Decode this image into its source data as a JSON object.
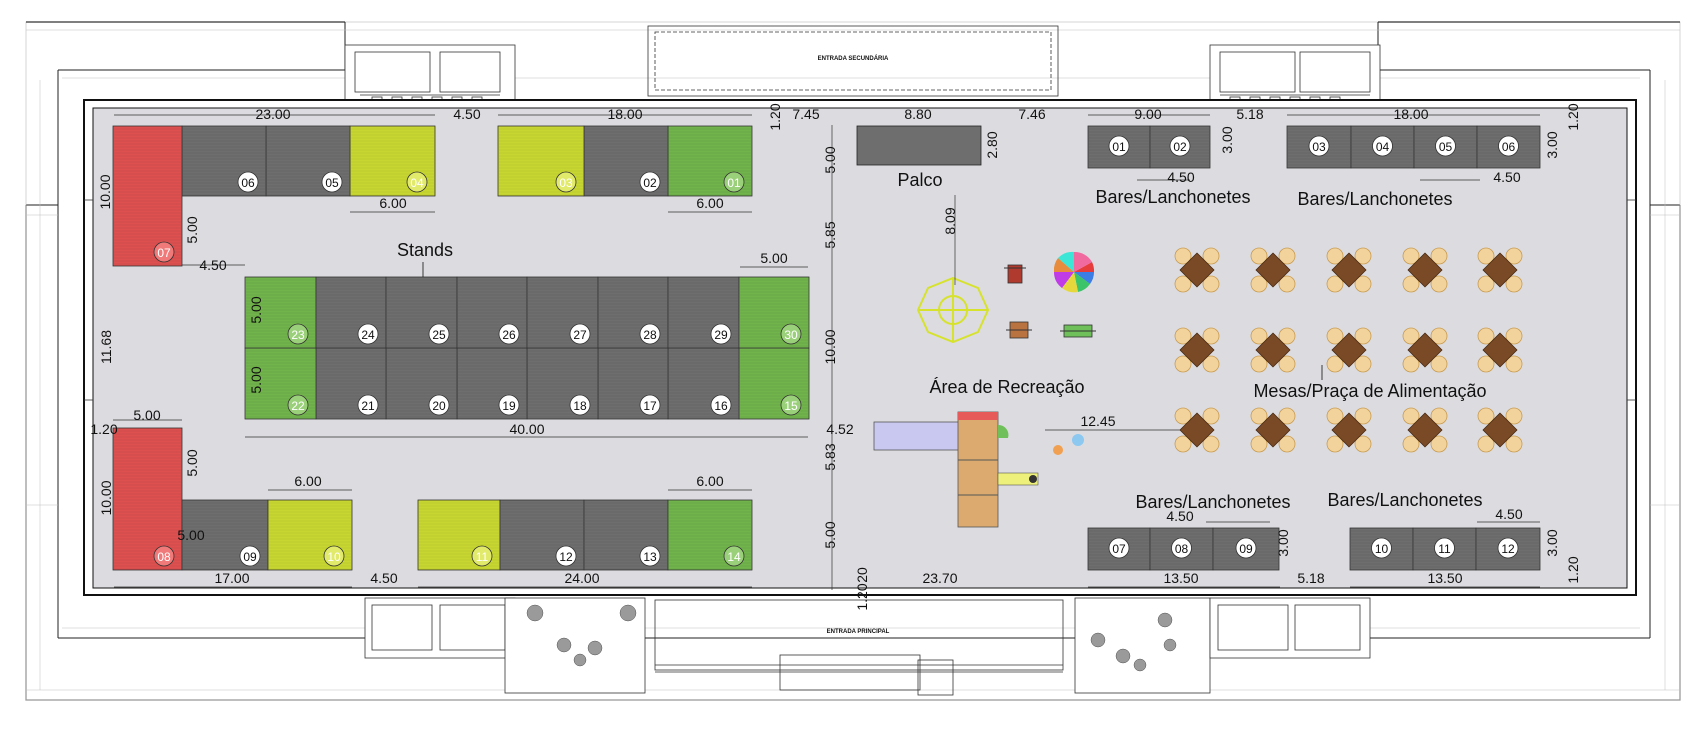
{
  "labels": {
    "entrada_secundaria": "ENTRADA SECUNDÁRIA",
    "entrada_principal": "ENTRADA PRINCIPAL",
    "stands": "Stands",
    "palco": "Palco",
    "area_recreacao": "Área de Recreação",
    "mesas": "Mesas/Praça de Alimentação",
    "bares": "Bares/Lanchonetes"
  },
  "colors": {
    "floor": "#dcdce0",
    "dark": "#6e6e6e",
    "red": "#de5050",
    "yellow": "#c8d632",
    "green": "#72b44c",
    "white": "#ffffff"
  },
  "stands": [
    {
      "id": "01",
      "color": "green"
    },
    {
      "id": "02",
      "color": "dark"
    },
    {
      "id": "03",
      "color": "yellow"
    },
    {
      "id": "04",
      "color": "yellow"
    },
    {
      "id": "05",
      "color": "dark"
    },
    {
      "id": "06",
      "color": "dark"
    },
    {
      "id": "07",
      "color": "red"
    },
    {
      "id": "08",
      "color": "red"
    },
    {
      "id": "09",
      "color": "dark"
    },
    {
      "id": "10",
      "color": "yellow"
    },
    {
      "id": "11",
      "color": "yellow"
    },
    {
      "id": "12",
      "color": "dark"
    },
    {
      "id": "13",
      "color": "dark"
    },
    {
      "id": "14",
      "color": "green"
    },
    {
      "id": "15",
      "color": "green"
    },
    {
      "id": "16",
      "color": "dark"
    },
    {
      "id": "17",
      "color": "dark"
    },
    {
      "id": "18",
      "color": "dark"
    },
    {
      "id": "19",
      "color": "dark"
    },
    {
      "id": "20",
      "color": "dark"
    },
    {
      "id": "21",
      "color": "dark"
    },
    {
      "id": "22",
      "color": "green"
    },
    {
      "id": "23",
      "color": "green"
    },
    {
      "id": "24",
      "color": "dark"
    },
    {
      "id": "25",
      "color": "dark"
    },
    {
      "id": "26",
      "color": "dark"
    },
    {
      "id": "27",
      "color": "dark"
    },
    {
      "id": "28",
      "color": "dark"
    },
    {
      "id": "29",
      "color": "dark"
    },
    {
      "id": "30",
      "color": "green"
    }
  ],
  "bars": [
    "01",
    "02",
    "03",
    "04",
    "05",
    "06",
    "07",
    "08",
    "09",
    "10",
    "11",
    "12"
  ],
  "dimensions": [
    "23.00",
    "4.50",
    "18.00",
    "1.20",
    "7.45",
    "8.80",
    "7.46",
    "9.00",
    "5.18",
    "18.00",
    "1.20",
    "10.00",
    "5.00",
    "6.00",
    "6.00",
    "2.80",
    "5.00",
    "3.00",
    "4.50",
    "3.00",
    "4.50",
    "8.09",
    "5.85",
    "5.00",
    "4.50",
    "5.00",
    "11.68",
    "10.00",
    "40.00",
    "4.52",
    "12.45",
    "1.20",
    "5.00",
    "5.00",
    "6.00",
    "6.00",
    "5.83",
    "10.00",
    "5.00",
    "4.50",
    "4.50",
    "17.00",
    "4.50",
    "24.00",
    "20",
    "1.20",
    "23.70",
    "13.50",
    "5.18",
    "13.50",
    "3.00",
    "3.00",
    "1.20",
    "5.00",
    "5.00"
  ]
}
